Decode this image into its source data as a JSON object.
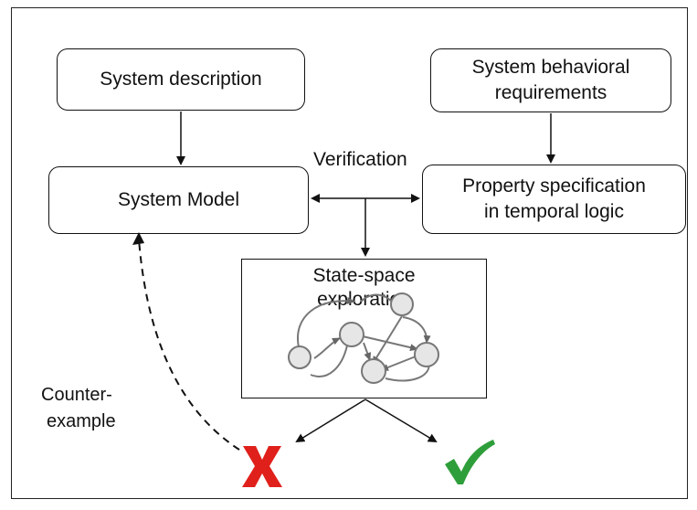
{
  "boxes": {
    "system_description": "System description",
    "requirements_line1": "System behavioral",
    "requirements_line2": "requirements",
    "system_model": "System Model",
    "property_line1": "Property specification",
    "property_line2": "in temporal logic",
    "state_space_line1": "State-space",
    "state_space_line2": "exploration"
  },
  "labels": {
    "verification": "Verification",
    "counter_line1": "Counter-",
    "counter_line2": "example"
  },
  "results": {
    "fail_icon": "red-x-icon",
    "pass_icon": "green-check-icon"
  },
  "colors": {
    "fail": "#e0201b",
    "pass": "#2e9e3a"
  }
}
